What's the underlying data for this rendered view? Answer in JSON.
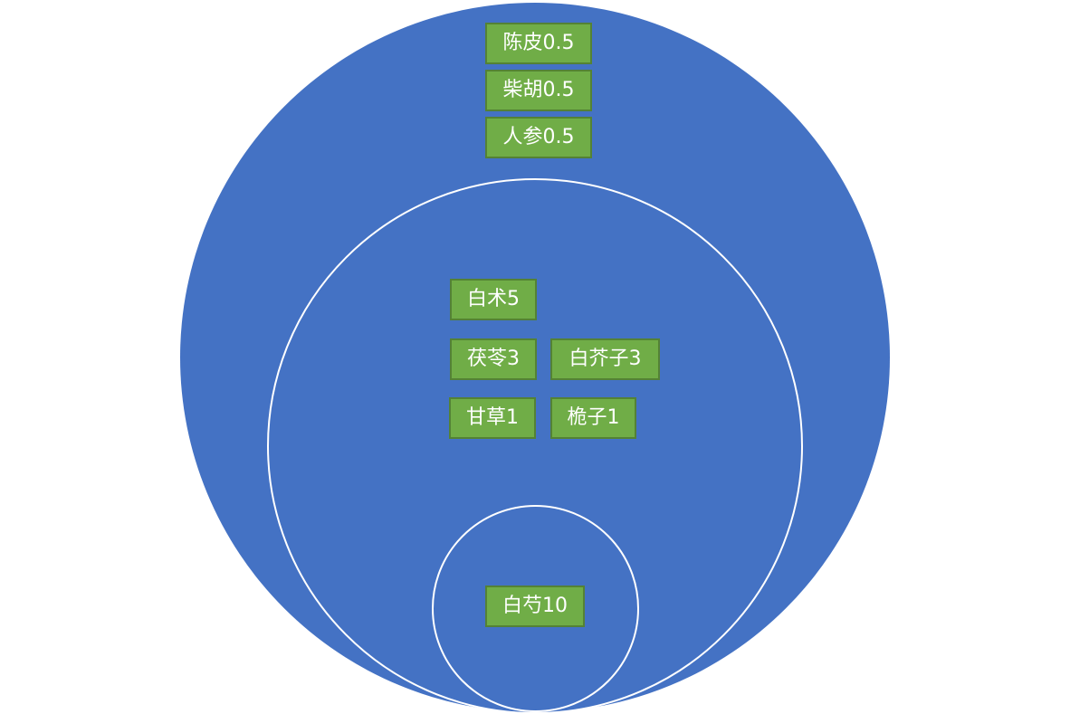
{
  "colors": {
    "background": "#ffffff",
    "circle_fill": "#4472c4",
    "circle_outline": "#ffffff",
    "box_fill": "#70ad47",
    "box_border": "#548235",
    "box_text": "#ffffff"
  },
  "outer_ring": {
    "items": [
      {
        "label": "陈皮0.5"
      },
      {
        "label": "柴胡0.5"
      },
      {
        "label": "人参0.5"
      }
    ]
  },
  "middle_ring": {
    "items": [
      {
        "label": "白术5"
      },
      {
        "label": "茯苓3"
      },
      {
        "label": "白芥子3"
      },
      {
        "label": "甘草1"
      },
      {
        "label": "桅子1"
      }
    ]
  },
  "inner_ring": {
    "items": [
      {
        "label": "白芍10"
      }
    ]
  }
}
